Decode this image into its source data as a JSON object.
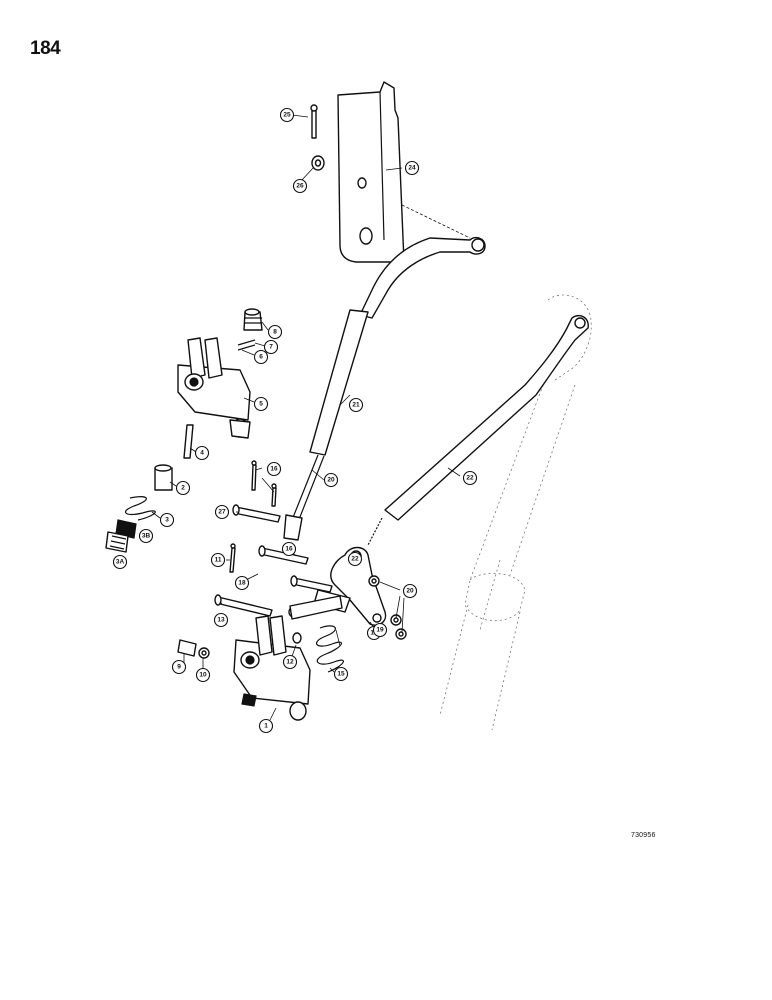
{
  "page": {
    "number": "184",
    "drawing_code": "730956"
  },
  "callouts": [
    {
      "id": "c1",
      "label": "1"
    },
    {
      "id": "c2",
      "label": "2"
    },
    {
      "id": "c3",
      "label": "3"
    },
    {
      "id": "c3b",
      "label": "3B"
    },
    {
      "id": "c3a",
      "label": "3A"
    },
    {
      "id": "c4",
      "label": "4"
    },
    {
      "id": "c5",
      "label": "5"
    },
    {
      "id": "c6",
      "label": "6"
    },
    {
      "id": "c7",
      "label": "7"
    },
    {
      "id": "c8",
      "label": "8"
    },
    {
      "id": "c9",
      "label": "9"
    },
    {
      "id": "c10",
      "label": "10"
    },
    {
      "id": "c11",
      "label": "11"
    },
    {
      "id": "c12",
      "label": "12"
    },
    {
      "id": "c13",
      "label": "13"
    },
    {
      "id": "c14",
      "label": "14"
    },
    {
      "id": "c15",
      "label": "15"
    },
    {
      "id": "c16a",
      "label": "16"
    },
    {
      "id": "c16b",
      "label": "16"
    },
    {
      "id": "c18",
      "label": "18"
    },
    {
      "id": "c19",
      "label": "19"
    },
    {
      "id": "c20a",
      "label": "20"
    },
    {
      "id": "c20b",
      "label": "20"
    },
    {
      "id": "c21",
      "label": "21"
    },
    {
      "id": "c22a",
      "label": "22"
    },
    {
      "id": "c22b",
      "label": "22"
    },
    {
      "id": "c24",
      "label": "24"
    },
    {
      "id": "c25",
      "label": "25"
    },
    {
      "id": "c26",
      "label": "26"
    },
    {
      "id": "c27",
      "label": "27"
    }
  ]
}
